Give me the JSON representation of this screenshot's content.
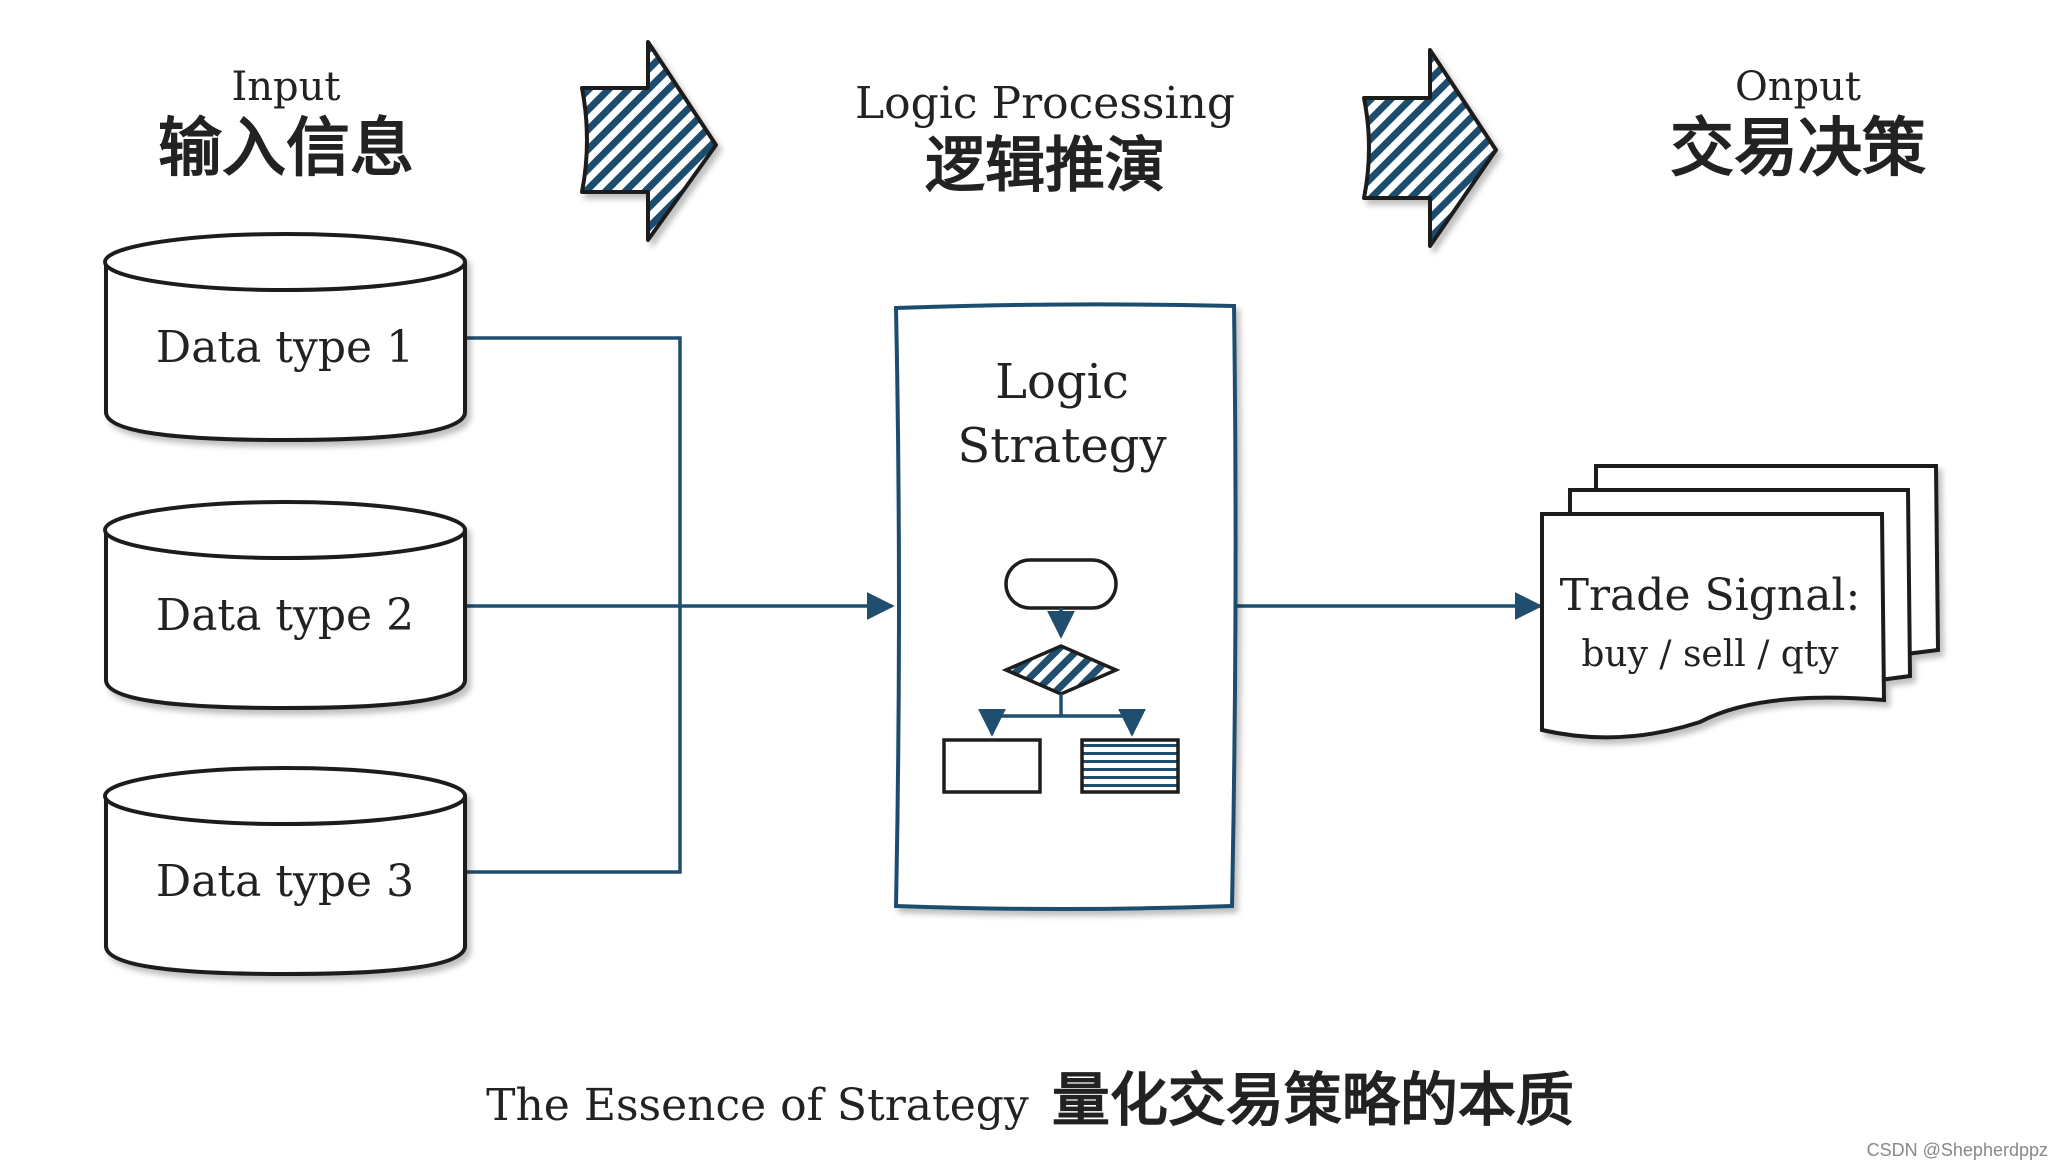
{
  "colors": {
    "stroke_dark": "#1e1e1e",
    "stroke_blue": "#1f4e6e",
    "stripe_blue": "#1f4e6e",
    "background": "#ffffff"
  },
  "header": {
    "input_en": "Input",
    "input_cn": "输入信息",
    "logic_en": "Logic Processing",
    "logic_cn": "逻辑推演",
    "output_en": "Onput",
    "output_cn": "交易决策"
  },
  "inputs": [
    {
      "label": "Data type 1"
    },
    {
      "label": "Data type 2"
    },
    {
      "label": "Data type 3"
    }
  ],
  "logic_box": {
    "line1": "Logic",
    "line2": "Strategy"
  },
  "output_doc": {
    "line1": "Trade Signal:",
    "line2": "buy / sell / qty"
  },
  "footer": {
    "caption_en": "The Essence of Strategy",
    "caption_cn": "量化交易策略的本质"
  },
  "watermark": "CSDN @Shepherdppz"
}
